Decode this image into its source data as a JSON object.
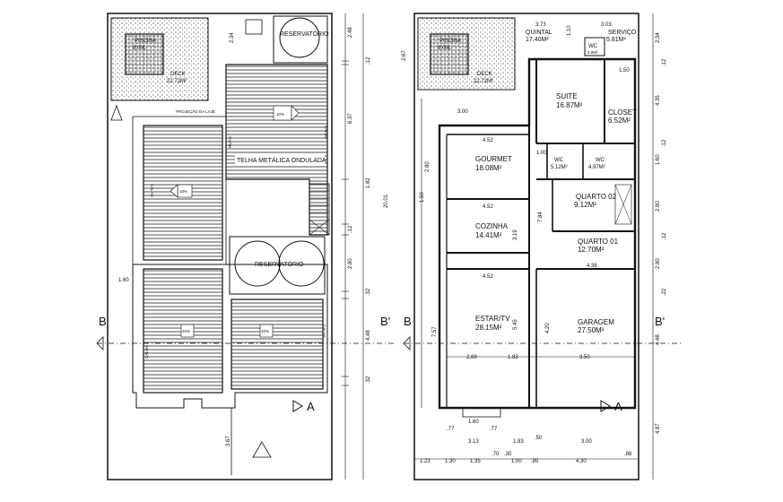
{
  "left_plan": {
    "rooms": {
      "piscina": "PISCINA",
      "piscina_size": "9.00L",
      "deck": "DECK",
      "deck_area": "22.72M²",
      "reservatorio_top": "RESERVATÓRIO",
      "telha": "TELHA METÁLICA ONDULADA",
      "reservatorio_mid": "RESERVATÓRIO",
      "calha": "CALHA",
      "projecao": "PROJEÇÃO DA LAJE",
      "rufo": "RUFO"
    },
    "slope": "10%",
    "section": {
      "left": "B",
      "right": "B'"
    },
    "detail": "A",
    "dims": {
      "d248": "2.48",
      "d12a": ".12",
      "d637": "6.37",
      "d182": "1.82",
      "d12b": ".12",
      "d280": "2.80",
      "d32a": ".32",
      "d448": "4.48",
      "d32b": ".32",
      "total": "20.01",
      "d234": "2.34",
      "d160": "1.60",
      "d367": "3.67"
    }
  },
  "right_plan": {
    "rooms": {
      "piscina": "PISCINA",
      "piscina_size": "9.00L",
      "deck": "DECK",
      "deck_area": "22.72M²",
      "quintal": "QUINTAL",
      "quintal_area": "17.40M²",
      "servico": "SERVIÇO",
      "servico_area": "5.81M²",
      "wc_top": "WC",
      "wc_top_area": "4.0M²",
      "suite": "SUITE",
      "suite_area": "16.87M²",
      "closet": "CLOSET",
      "closet_area": "6.52M²",
      "gourmet": "GOURMET",
      "gourmet_area": "18.08M²",
      "wc1": "WC",
      "wc1_area": "5.12M²",
      "wc2": "WC",
      "wc2_area": "4.97M²",
      "quarto02": "QUARTO 02",
      "quarto02_area": "9.12M²",
      "cozinha": "COZINHA",
      "cozinha_area": "14.41M²",
      "quarto01": "QUARTO 01",
      "quarto01_area": "12.70M²",
      "estar": "ESTAR/TV",
      "estar_area": "28.15M²",
      "garagem": "GARAGEM",
      "garagem_area": "27.50M²"
    },
    "section": {
      "left": "B",
      "right": "B'"
    },
    "detail": "A",
    "dims": {
      "w452a": "4.52",
      "w452b": "4.52",
      "w452c": "4.52",
      "w300": "3.00",
      "w373": "3.73",
      "w303": "3.03",
      "w110": "1.10",
      "w150": "1.50",
      "w438": "4.38",
      "w289": "2.89",
      "w183a": "1.83",
      "w350": "3.50",
      "w313": "3.13",
      "w183b": "1.83",
      "w300b": "3.00",
      "w160": "1.60",
      "w100": "1.00",
      "r234": "2.34",
      "r435": "4.35",
      "r160": "1.60",
      "r280a": "2.80",
      "r280b": "2.80",
      "r12a": ".12",
      "r12b": ".12",
      "r12c": ".12",
      "r22": ".22",
      "r448": "4.48",
      "r487": "4.87",
      "l267": "2.67",
      "l280": "2.80",
      "l150": "1.50",
      "l757": "7.57",
      "b123": "1.23",
      "b130": "1.30",
      "b135": "1.35",
      "b70": ".70",
      "b30": ".30",
      "b100": "1.00",
      "b85": ".85",
      "b430": "4.30",
      "b88": ".88",
      "b77a": ".77",
      "b77b": ".77",
      "b50": ".50",
      "v319": "3.19",
      "v545": "5.45",
      "v420": "4.20",
      "v784": "7.84"
    }
  }
}
